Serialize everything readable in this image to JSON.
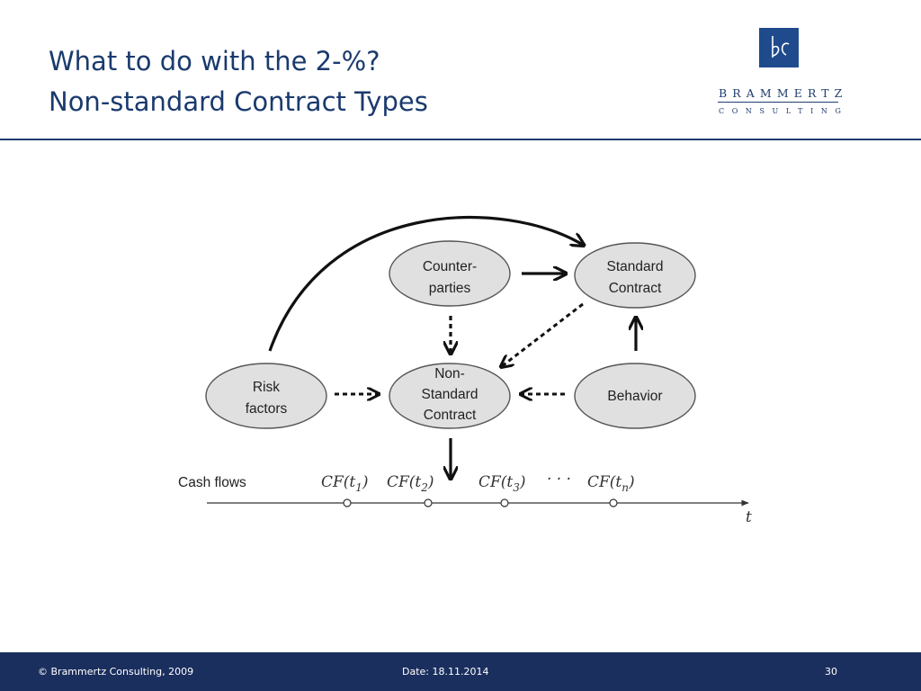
{
  "slide": {
    "title_line1": "What to do with the 2-%?",
    "title_line2": "Non-standard Contract Types"
  },
  "logo": {
    "monogram": "bc",
    "name": "BRAMMERTZ",
    "tagline": "CONSULTING",
    "color": "#1f4b8c"
  },
  "diagram": {
    "nodes": {
      "counterparties": [
        "Counter-",
        "parties"
      ],
      "standard_contract": [
        "Standard",
        "Contract"
      ],
      "risk_factors": [
        "Risk",
        "factors"
      ],
      "non_standard_contract": [
        "Non-",
        "Standard",
        "Contract"
      ],
      "behavior": [
        "Behavior"
      ]
    },
    "cash_flows_label": "Cash flows",
    "cash_flow_terms": [
      {
        "base": "CF(t",
        "sub": "1",
        "close": ")"
      },
      {
        "base": "CF(t",
        "sub": "2",
        "close": ")"
      },
      {
        "base": "CF(t",
        "sub": "3",
        "close": ")"
      },
      {
        "base": "CF(t",
        "sub": "n",
        "close": ")"
      }
    ],
    "ellipsis": "· · ·",
    "axis_label": "t"
  },
  "footer": {
    "copyright": "© Brammertz Consulting, 2009",
    "date": "Date: 18.11.2014",
    "page": "30",
    "background": "#1b2f5e"
  }
}
